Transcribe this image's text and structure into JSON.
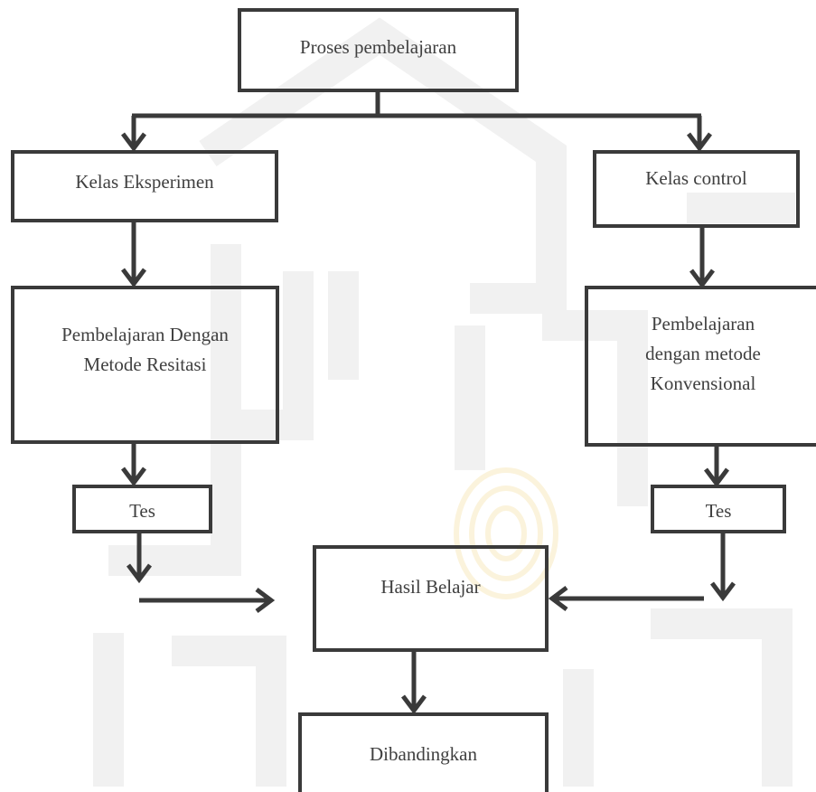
{
  "diagram": {
    "nodes": {
      "root": "Proses pembelajaran",
      "exp_class": "Kelas Eksperimen",
      "ctrl_class": "Kelas control",
      "exp_method": "Pembelajaran Dengan\nMetode Resitasi",
      "ctrl_method": "Pembelajaran\ndengan metode\nKonvensional",
      "exp_test": "Tes",
      "ctrl_test": "Tes",
      "result": "Hasil Belajar",
      "compare": "Dibandingkan"
    },
    "colors": {
      "line": "#3a3a3a",
      "text": "#404040",
      "watermark": "#f1f1f1",
      "watermark_emblem": "#fbf3dc"
    }
  }
}
